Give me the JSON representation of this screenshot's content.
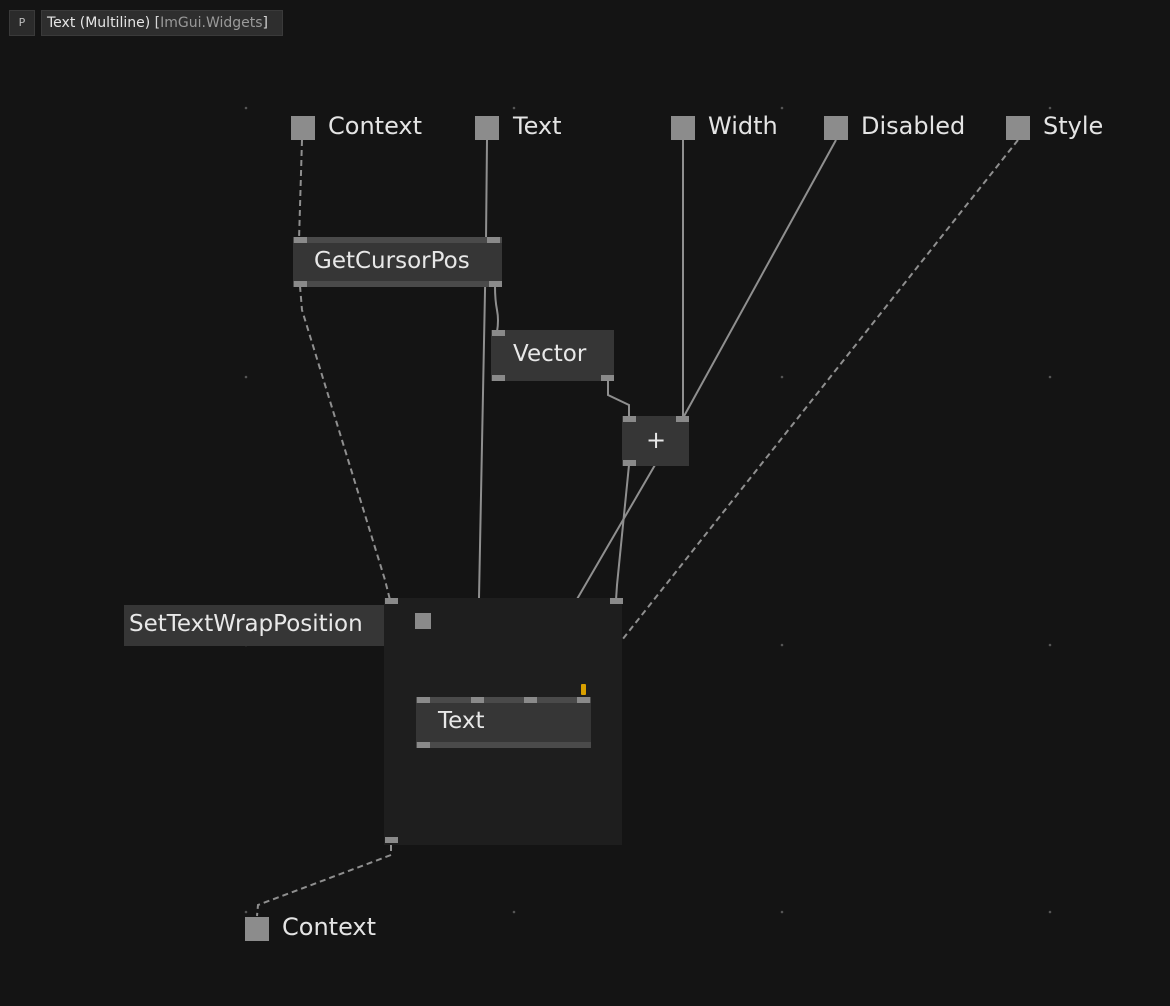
{
  "header": {
    "p_button": "P",
    "title": "Text (Multiline)",
    "category_open": "[",
    "category": "ImGui.Widgets",
    "category_close": "]"
  },
  "inputs": {
    "context": "Context",
    "text": "Text",
    "width": "Width",
    "disabled": "Disabled",
    "style": "Style"
  },
  "nodes": {
    "get_cursor_pos": "GetCursorPos",
    "vector": "Vector",
    "plus": "+",
    "set_text_wrap_position": "SetTextWrapPosition",
    "text_node": "Text"
  },
  "outputs": {
    "context": "Context"
  },
  "colors": {
    "background": "#141414",
    "node": "#363636",
    "region": "#1e1e1e",
    "pin": "#8a8a8a",
    "link": "#8f8f8f",
    "warning_pin": "#d9a000"
  }
}
